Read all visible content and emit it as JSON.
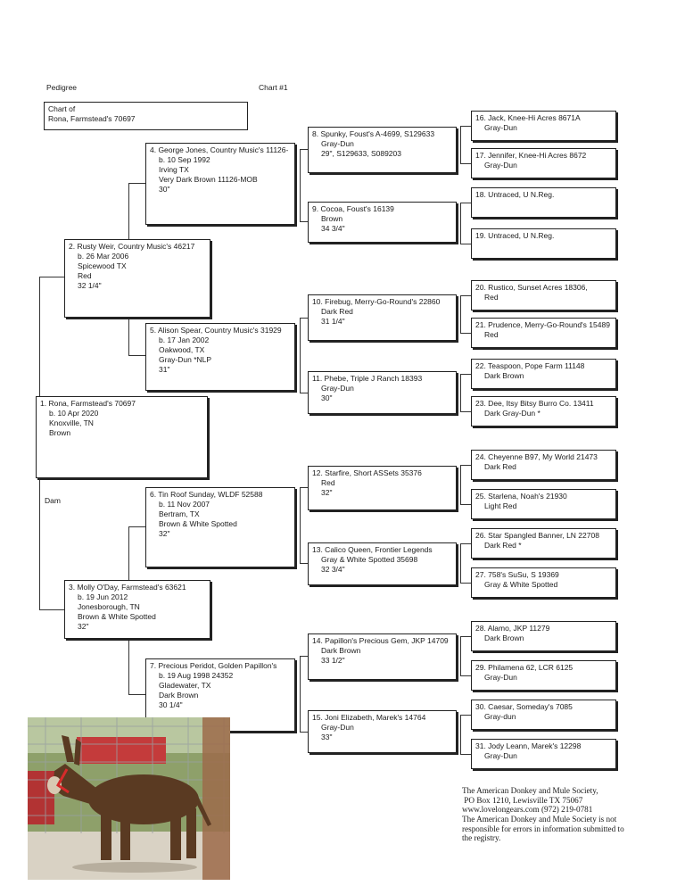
{
  "header": {
    "pedigree_label": "Pedigree",
    "chart_number": "Chart #1"
  },
  "chart_of": {
    "line1": "Chart of",
    "line2": "Rona, Farmstead's 70697"
  },
  "labels": {
    "dam": "Dam"
  },
  "animals": {
    "1": {
      "name": "1. Rona, Farmstead's 70697",
      "details": [
        "b. 10 Apr 2020",
        "Knoxville, TN",
        "Brown"
      ]
    },
    "2": {
      "name": "2. Rusty Weir, Country Music's 46217",
      "details": [
        "b. 26 Mar 2006",
        "Spicewood TX",
        "Red",
        "32 1/4\""
      ]
    },
    "3": {
      "name": "3. Molly O'Day, Farmstead's 63621",
      "details": [
        "b. 19 Jun 2012",
        "Jonesborough, TN",
        "Brown & White Spotted",
        "32\""
      ]
    },
    "4": {
      "name": "4. George Jones, Country Music's 11126-",
      "details": [
        "b. 10 Sep 1992",
        "Irving TX",
        "Very Dark Brown   11126-MOB",
        "30\""
      ]
    },
    "5": {
      "name": "5. Alison Spear, Country Music's 31929",
      "details": [
        "b. 17 Jan 2002",
        "Oakwood, TX",
        "Gray-Dun *NLP",
        "31\""
      ]
    },
    "6": {
      "name": "6. Tin Roof Sunday, WLDF 52588",
      "details": [
        "b. 11 Nov 2007",
        "Bertram, TX",
        "Brown & White Spotted",
        "32\""
      ]
    },
    "7": {
      "name": "7. Precious Peridot, Golden Papillon's",
      "details": [
        "b. 19 Aug 1998   24352",
        "Gladewater, TX",
        "Dark Brown",
        "30 1/4\""
      ]
    },
    "8": {
      "name": "8. Spunky, Foust's A-4699, S129633",
      "details": [
        "Gray-Dun",
        "29\", S129633, S089203"
      ]
    },
    "9": {
      "name": "9. Cocoa, Foust's 16139",
      "details": [
        "Brown",
        "34 3/4\""
      ]
    },
    "10": {
      "name": "10. Firebug, Merry-Go-Round's 22860",
      "details": [
        "Dark Red",
        "31 1/4\""
      ]
    },
    "11": {
      "name": "11. Phebe, Triple J Ranch 18393",
      "details": [
        "Gray-Dun",
        "30\""
      ]
    },
    "12": {
      "name": "12. Starfire, Short ASSets 35376",
      "details": [
        "Red",
        "32\""
      ]
    },
    "13": {
      "name": "13. Calico Queen, Frontier Legends",
      "details": [
        "Gray & White Spotted  35698",
        "32 3/4\""
      ]
    },
    "14": {
      "name": "14. Papillon's Precious Gem, JKP 14709",
      "details": [
        "Dark Brown",
        "33 1/2\""
      ]
    },
    "15": {
      "name": "15. Joni Elizabeth, Marek's 14764",
      "details": [
        "Gray-Dun",
        "33\""
      ]
    },
    "16": {
      "name": "16. Jack, Knee-Hi Acres 8671A",
      "details": [
        "Gray-Dun"
      ]
    },
    "17": {
      "name": "17. Jennifer, Knee-Hi Acres 8672",
      "details": [
        "Gray-Dun"
      ]
    },
    "18": {
      "name": "18. Untraced, U N.Reg.",
      "details": []
    },
    "19": {
      "name": "19. Untraced, U N.Reg.",
      "details": []
    },
    "20": {
      "name": "20. Rustico, Sunset Acres 18306,",
      "details": [
        "Red"
      ]
    },
    "21": {
      "name": "21. Prudence, Merry-Go-Round's 15489",
      "details": [
        "Red"
      ]
    },
    "22": {
      "name": "22. Teaspoon, Pope Farm 11148",
      "details": [
        "Dark Brown"
      ]
    },
    "23": {
      "name": "23. Dee, Itsy Bitsy Burro Co. 13411",
      "details": [
        "Dark Gray-Dun *"
      ]
    },
    "24": {
      "name": "24. Cheyenne B97, My World 21473",
      "details": [
        "Dark Red"
      ]
    },
    "25": {
      "name": "25. Starlena, Noah's 21930",
      "details": [
        "Light Red"
      ]
    },
    "26": {
      "name": "26. Star Spangled Banner, LN 22708",
      "details": [
        "Dark Red *"
      ]
    },
    "27": {
      "name": "27. 758's SuSu, S 19369",
      "details": [
        "Gray & White Spotted"
      ]
    },
    "28": {
      "name": "28. Alamo, JKP 11279",
      "details": [
        "Dark Brown"
      ]
    },
    "29": {
      "name": "29. Philamena 62, LCR 6125",
      "details": [
        "Gray-Dun"
      ]
    },
    "30": {
      "name": "30. Caesar, Someday's 7085",
      "details": [
        "Gray-dun"
      ]
    },
    "31": {
      "name": "31. Jody Leann, Marek's 12298",
      "details": [
        "Gray-Dun"
      ]
    }
  },
  "footer": {
    "lines": [
      "The American Donkey and Mule Society,",
      " PO Box 1210, Lewisville TX 75067",
      "www.lovelongears.com  (972) 219-0781",
      "The American Donkey and Mule Society is not",
      "responsible for errors in information submitted to",
      "the registry."
    ]
  },
  "photo": {
    "icon": "donkey-photo"
  }
}
